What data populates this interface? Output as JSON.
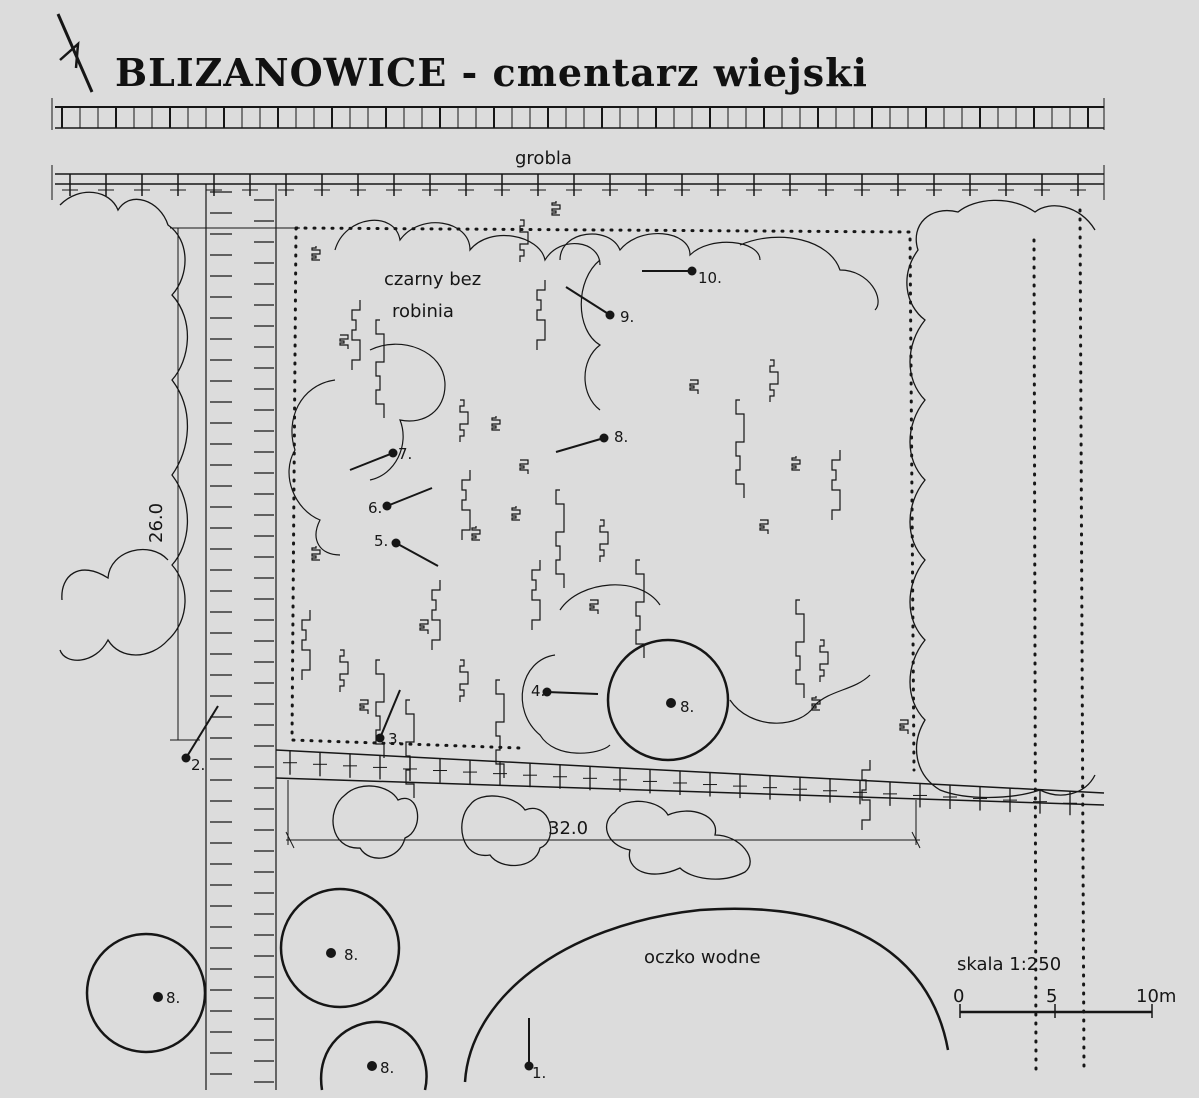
{
  "title": "BLIZANOWICE - cmentarz wiejski",
  "labels": {
    "grobla": "grobla",
    "czarny_bez": "czarny bez",
    "robinia": "robinia",
    "oczko_wodne": "oczko wodne",
    "dim_height": "26.0",
    "dim_width": "32.0"
  },
  "scale": {
    "label": "skala 1:250",
    "ticks": [
      "0",
      "5",
      "10m"
    ]
  },
  "markers": [
    {
      "id": "m1",
      "label": "1."
    },
    {
      "id": "m2",
      "label": "2."
    },
    {
      "id": "m3",
      "label": "3."
    },
    {
      "id": "m4",
      "label": "4."
    },
    {
      "id": "m5",
      "label": "5."
    },
    {
      "id": "m6",
      "label": "6."
    },
    {
      "id": "m7",
      "label": "7."
    },
    {
      "id": "m8",
      "label": "8."
    },
    {
      "id": "m9",
      "label": "9."
    },
    {
      "id": "m10",
      "label": "10."
    }
  ],
  "trees": [
    {
      "id": "t1",
      "label": "8."
    },
    {
      "id": "t2",
      "label": "8."
    },
    {
      "id": "t3",
      "label": "8."
    },
    {
      "id": "t4",
      "label": "8."
    }
  ]
}
